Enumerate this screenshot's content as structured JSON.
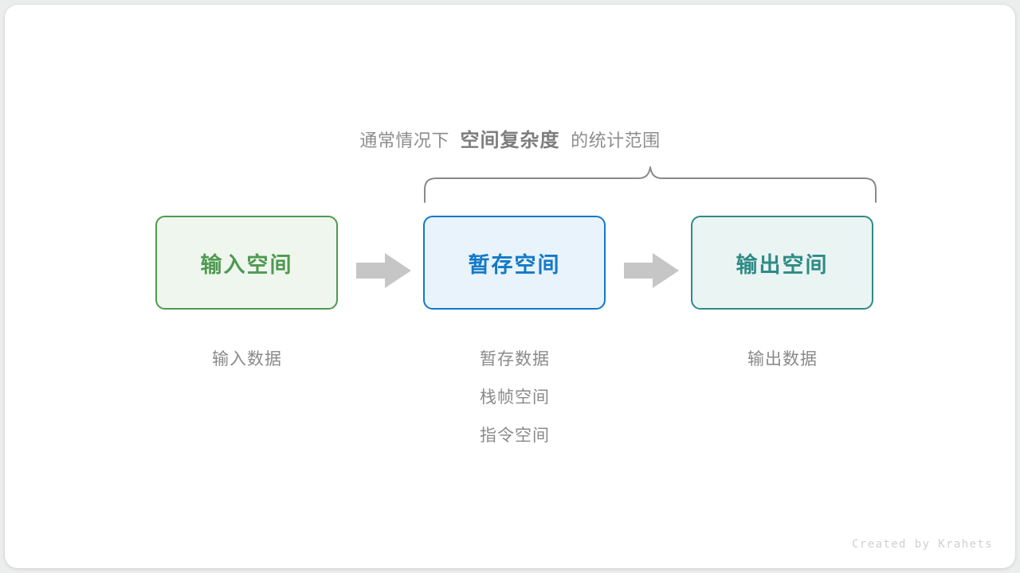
{
  "scope_caption": {
    "lead": "通常情况下",
    "emphasis": "空间复杂度",
    "tail": "的统计范围"
  },
  "flow": {
    "nodes": [
      {
        "id": "input",
        "label": "输入空间",
        "color": "#4e9a51",
        "fill": "#eff6ee"
      },
      {
        "id": "temp",
        "label": "暂存空间",
        "color": "#1379c8",
        "fill": "#e8f3fc"
      },
      {
        "id": "output",
        "label": "输出空间",
        "color": "#2e8b86",
        "fill": "#eaf4f2"
      }
    ],
    "arrows": [
      {
        "id": "arrow-1",
        "icon": "right-arrow-icon",
        "color": "#c6c6c6"
      },
      {
        "id": "arrow-2",
        "icon": "right-arrow-icon",
        "color": "#c6c6c6"
      }
    ]
  },
  "captions": {
    "input": [
      "输入数据"
    ],
    "temp": [
      "暂存数据",
      "栈帧空间",
      "指令空间"
    ],
    "output": [
      "输出数据"
    ]
  },
  "brace": {
    "icon": "curly-brace-icon",
    "color": "#8a8a8a"
  },
  "credit": "Created by Krahets"
}
